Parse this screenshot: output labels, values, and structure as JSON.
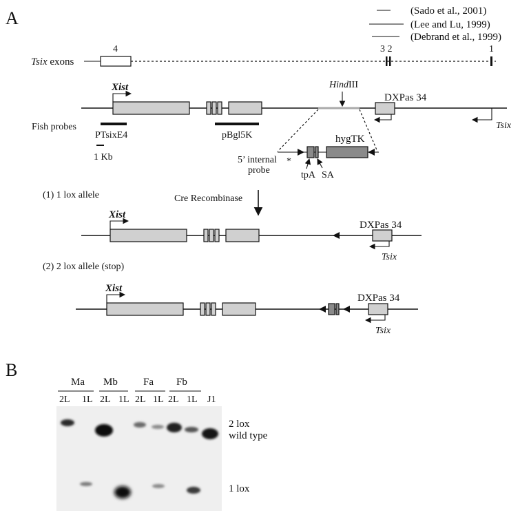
{
  "panel_a": {
    "label": "A",
    "legend": {
      "sado": "(Sado et al., 2001)",
      "lee": "(Lee and Lu, 1999)",
      "debrand": "(Debrand et al., 1999)"
    },
    "exons": {
      "tsix": "Tsix",
      "suffix": " exons",
      "e4": "4",
      "e32": "3 2",
      "e1": "1"
    },
    "gene_map": {
      "xist": "Xist",
      "hindiii_italic": "Hind",
      "hindiii_rest": "III",
      "dxpas": "DXPas 34",
      "tsix": "Tsix",
      "fish_probes": "Fish probes",
      "ptsixe4": "PTsixE4",
      "pbgl5k": "pBgl5K",
      "scale": "1 Kb"
    },
    "cassette": {
      "hygtk": "hygTK",
      "internal_probe_1": "5’ internal",
      "internal_probe_2": "probe",
      "asterisk": "*",
      "tpa": "tpA",
      "sa": "SA"
    },
    "allele1": {
      "title": "(1) 1 lox allele",
      "cre": "Cre Recombinase",
      "xist": "Xist",
      "dxpas": "DXPas 34",
      "tsix": "Tsix"
    },
    "allele2": {
      "title": "(2) 2 lox allele (stop)",
      "xist": "Xist",
      "dxpas": "DXPas 34",
      "tsix": "Tsix"
    }
  },
  "panel_b": {
    "label": "B",
    "groups": [
      "Ma",
      "Mb",
      "Fa",
      "Fb"
    ],
    "lanes": [
      "2L",
      "1L",
      "2L",
      "1L",
      "2L",
      "1L",
      "2L",
      "1L",
      "J1"
    ],
    "band_labels": {
      "two_lox": "2 lox",
      "wild_type": "wild type",
      "one_lox": "1 lox"
    }
  }
}
